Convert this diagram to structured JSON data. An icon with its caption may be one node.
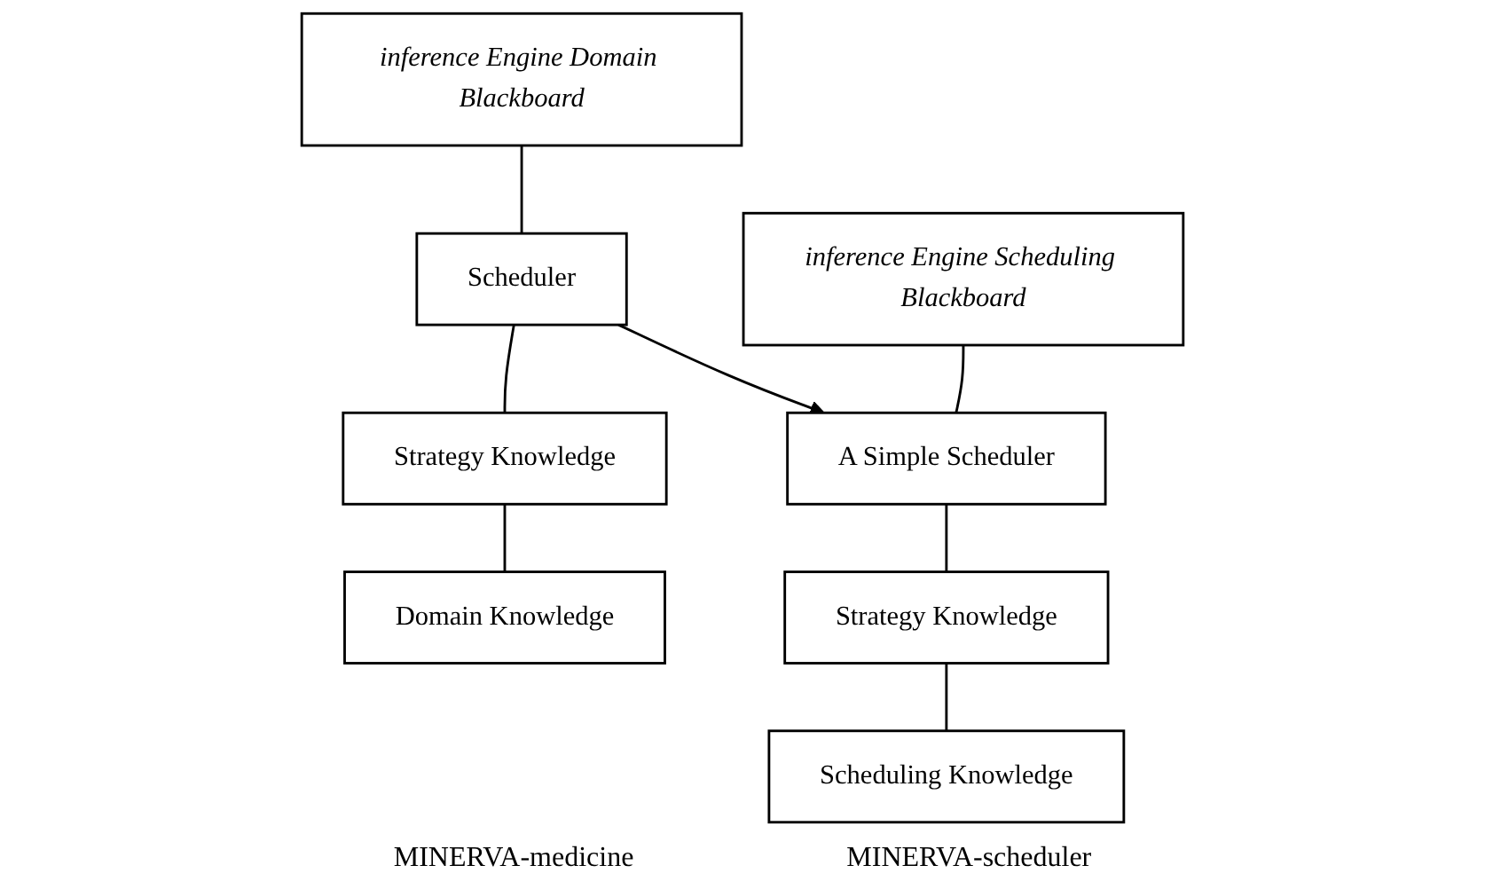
{
  "diagram": {
    "nodes": [
      {
        "text": [
          "inference Engine Domain Blackboard"
        ]
      },
      {
        "text": [
          "Scheduler"
        ]
      },
      {
        "text": [
          "Strategy Knowledge"
        ]
      },
      {
        "text": [
          "Domain Knowledge"
        ]
      },
      {
        "text": [
          "inference Engine Scheduling Blackboard"
        ]
      },
      {
        "text": [
          "A Simple Scheduler"
        ]
      },
      {
        "text": [
          "Strategy Knowledge"
        ]
      },
      {
        "text": [
          "Scheduling Knowledge"
        ]
      }
    ],
    "edges": [
      {
        "from": 0,
        "to": 1,
        "arrow": "none"
      },
      {
        "from": 1,
        "to": 2,
        "arrow": "none"
      },
      {
        "from": 2,
        "to": 3,
        "arrow": "none"
      },
      {
        "from": 1,
        "to": 5,
        "arrow": "to"
      },
      {
        "from": 4,
        "to": 5,
        "arrow": "none"
      },
      {
        "from": 5,
        "to": 6,
        "arrow": "none"
      },
      {
        "from": 6,
        "to": 7,
        "arrow": "none"
      }
    ],
    "labels": [
      "MINERVA-medicine",
      "MINERVA-scheduler"
    ]
  }
}
